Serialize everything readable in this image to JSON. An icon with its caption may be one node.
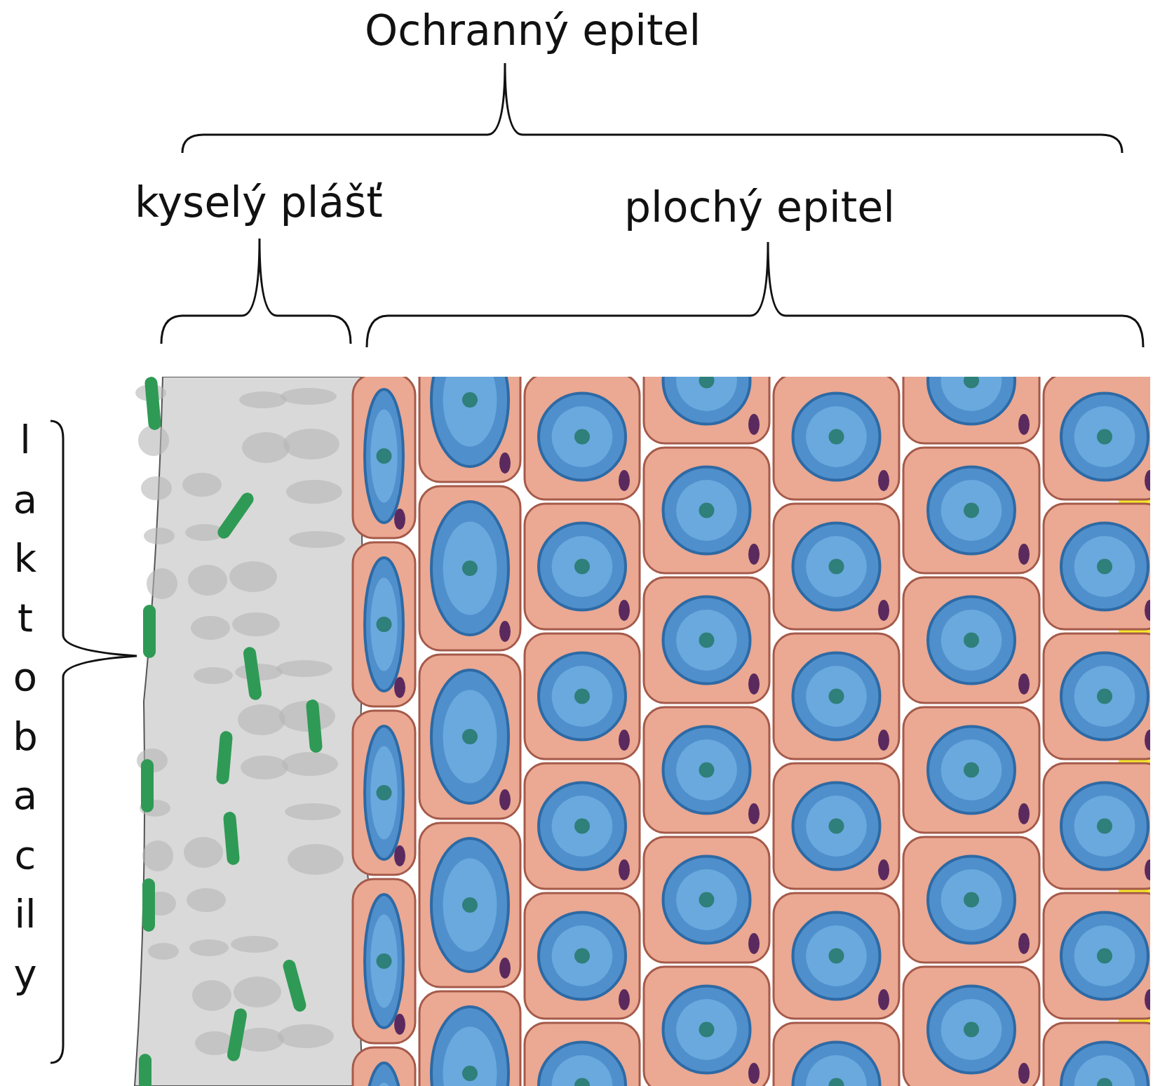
{
  "diagram": {
    "labels": [
      "Ochranný epitel",
      "kyselý plášť",
      "plochý epitel",
      "laktobacily"
    ]
  }
}
